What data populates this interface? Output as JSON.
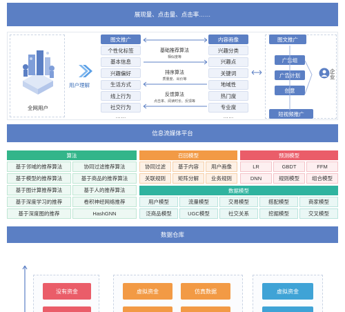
{
  "top_bar": "展现量、点击量、点击率……",
  "user_block": {
    "all_users": "全网用户",
    "understanding": "用户理解"
  },
  "left_column": {
    "header": "图文推广",
    "items": [
      "个性化标签",
      "基本信息",
      "兴趣偏好",
      "生活方式",
      "线上行为",
      "社交行为"
    ],
    "ellipsis": "……"
  },
  "middle_algos": [
    {
      "title": "基础推荐算法",
      "sub": "相似度等"
    },
    {
      "title": "排序算法",
      "sub": "质量度、出价等"
    },
    {
      "title": "反馈算法",
      "sub": "点击率、阅读时长、反馈等"
    }
  ],
  "right_column": {
    "header": "内容画像",
    "items": [
      "兴趣分类",
      "兴趣点",
      "关键词",
      "地域性",
      "热门度",
      "专业度"
    ],
    "ellipsis": "……"
  },
  "enterprise": {
    "top": "图文推广",
    "items": [
      "广告组",
      "广告计划",
      "创意"
    ],
    "bottom": "短视频推广",
    "label": "企业"
  },
  "platform_bar": "信息流媒体平台",
  "algorithms": {
    "header": "算法",
    "rows": [
      [
        "基于邻域的推荐算法",
        "协同过滤推荐算法"
      ],
      [
        "基于模型的推荐算法",
        "基于商品的推荐算法"
      ],
      [
        "基于图计算推荐算法",
        "基于人的推荐算法"
      ],
      [
        "基于深度学习的推荐",
        "卷积神经网络推荐"
      ],
      [
        "基于深度图的推荐",
        "HashGNN"
      ]
    ]
  },
  "recall": {
    "header": "召回模型",
    "rows": [
      [
        "协同过滤",
        "基于内容",
        "用户画像"
      ],
      [
        "关联规则",
        "矩阵分解",
        "业务规则"
      ]
    ]
  },
  "prediction": {
    "header": "预测模型",
    "rows": [
      [
        "LR",
        "GBDT",
        "FFM"
      ],
      [
        "DNN",
        "规则模型",
        "组合模型"
      ]
    ]
  },
  "data_model": {
    "header": "数据模型",
    "rows": [
      [
        "用户模型",
        "流量模型",
        "交易模型",
        "搭配模型",
        "商家模型"
      ],
      [
        "泛商品模型",
        "UGC模型",
        "社交关系",
        "挖掘模型",
        "交叉模型"
      ]
    ]
  },
  "warehouse_bar": "数据仓库",
  "bottom": {
    "left": "没有资金",
    "mid1": "虚拟资金",
    "mid2": "仿真数据",
    "right": "虚拟资金"
  },
  "colors": {
    "blue": "#5b7fc4",
    "green": "#33b58a",
    "orange": "#f29a45",
    "red": "#ea5d69",
    "teal": "#2fb39f"
  }
}
